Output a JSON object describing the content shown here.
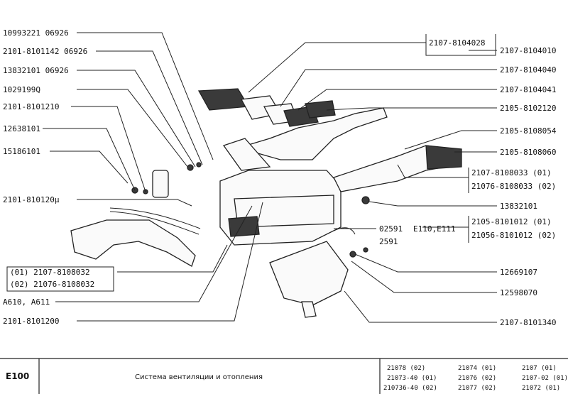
{
  "left_labels": [
    "10993221 06926",
    "2101-8101142 06926",
    "13832101 06926",
    "1029199Q",
    "2101-8101210",
    "12638101",
    "15186101",
    "2101-810120μ"
  ],
  "right_labels": [
    "2107-8104010",
    "2107-8104028",
    "2107-8104040",
    "2107-8104041",
    "2105-8102120",
    "2105-8108054",
    "2105-8108060",
    "2107-8108033 (01)",
    "21076-8108033 (02)",
    "13832101",
    "2105-8101012 (01)",
    "21056-8101012 (02)",
    "12669107",
    "12598070",
    "2107-8101340"
  ],
  "center_labels": [
    "E110,E111",
    "02591",
    "2591"
  ],
  "bottom_left_labels": [
    "(01)  2107-8108032",
    "(02) 21076-8108032",
    "A610, A611",
    "2101-8101200"
  ],
  "footer": {
    "page_code": "E100",
    "title": "Система вентиляции и отопления",
    "models": [
      "21078 (02)",
      "21074 (01)",
      "2107 (01)",
      "21073-40 (01)",
      "21076 (02)",
      "2107-02 (01)",
      "210736-40 (02)",
      "21077 (02)",
      "21072 (01)"
    ]
  }
}
